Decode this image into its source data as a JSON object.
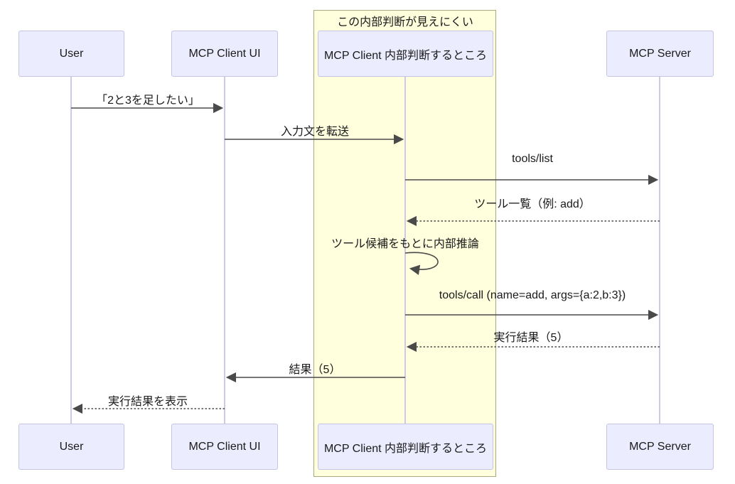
{
  "diagram": {
    "type": "sequence-diagram",
    "region_note": "この内部判断が見えにくい",
    "colors": {
      "actor_fill": "#ECECFF",
      "actor_border": "#C4C4E4",
      "highlight_fill": "#FFFFDE",
      "highlight_border": "#A9A97C",
      "lifeline": "#CFC9E8",
      "arrow": "#4A4A4A",
      "text": "#1A1A1A",
      "background": "#FFFFFF"
    }
  },
  "actors": [
    {
      "name": "User"
    },
    {
      "name": "MCP Client UI"
    },
    {
      "name": "MCP Client 内部判断するところ"
    },
    {
      "name": "MCP Server"
    }
  ],
  "messages": [
    {
      "label": "「2と3を足したい」",
      "from": "User",
      "to": "MCP Client UI",
      "style": "solid"
    },
    {
      "label": "入力文を転送",
      "from": "MCP Client UI",
      "to": "MCP Client 内部判断するところ",
      "style": "solid"
    },
    {
      "label": "tools/list",
      "from": "MCP Client 内部判断するところ",
      "to": "MCP Server",
      "style": "solid"
    },
    {
      "label": "ツール一覧（例: add）",
      "from": "MCP Server",
      "to": "MCP Client 内部判断するところ",
      "style": "dashed"
    },
    {
      "label": "ツール候補をもとに内部推論",
      "from": "MCP Client 内部判断するところ",
      "to": "MCP Client 内部判断するところ",
      "style": "self-loop"
    },
    {
      "label": "tools/call (name=add, args={a:2,b:3})",
      "from": "MCP Client 内部判断するところ",
      "to": "MCP Server",
      "style": "solid"
    },
    {
      "label": "実行結果（5）",
      "from": "MCP Server",
      "to": "MCP Client 内部判断するところ",
      "style": "dashed"
    },
    {
      "label": "結果（5）",
      "from": "MCP Client 内部判断するところ",
      "to": "MCP Client UI",
      "style": "solid"
    },
    {
      "label": "実行結果を表示",
      "from": "MCP Client UI",
      "to": "User",
      "style": "dashed"
    }
  ]
}
